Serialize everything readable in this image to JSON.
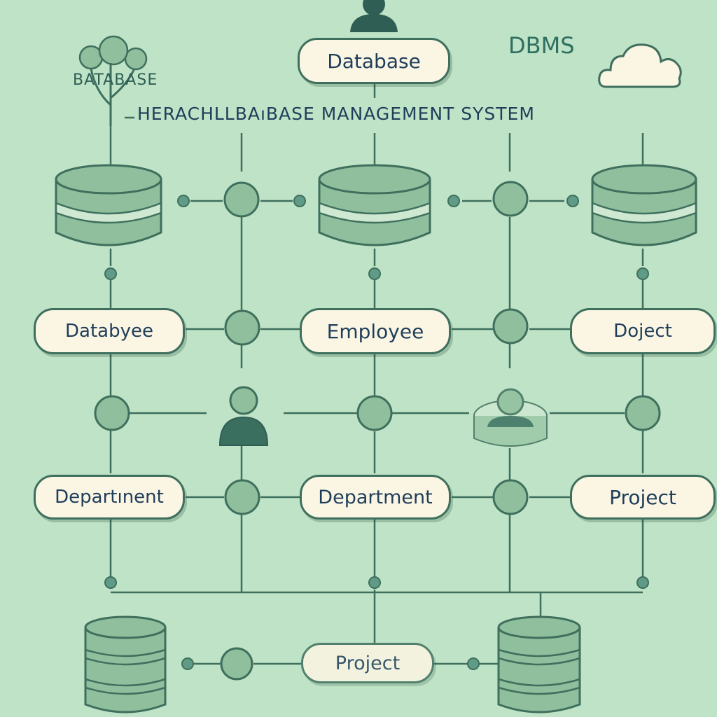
{
  "header": {
    "small_label": "BATABASE",
    "title": "HERACHLLBAıBASE MANAGEMENT SYSTEM",
    "dbms": "DBMS",
    "top_node": "Database"
  },
  "row1": {
    "left": "Databyee",
    "center": "Employee",
    "right": "Doject"
  },
  "row2": {
    "left": "Departınent",
    "center": "Department",
    "right": "Project"
  },
  "bottom": {
    "center": "Project"
  },
  "colors": {
    "background": "#bfe3c6",
    "line": "#3f6f5d",
    "node_fill": "#fbf5e4",
    "text": "#1f3e5a",
    "connector": "#8fbf9c",
    "cylinder": "#8fbf9c"
  },
  "icons": [
    "tree-icon",
    "cloud-icon",
    "person-icon",
    "database-cylinder-icon",
    "connector-node-icon"
  ]
}
